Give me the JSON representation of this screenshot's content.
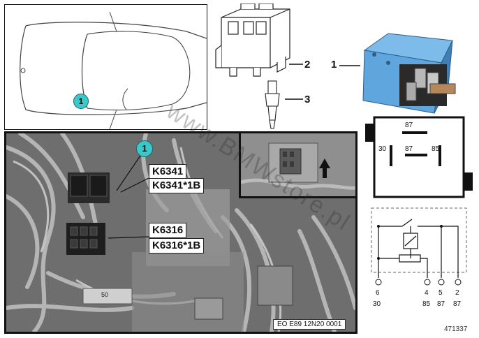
{
  "callouts": {
    "car_marker": "1",
    "photo_marker": "1",
    "part_2": "2",
    "part_3": "3",
    "part_1": "1"
  },
  "photo_labels": {
    "k6341": "K6341",
    "k6341_1b": "K6341*1B",
    "k6316": "K6316",
    "k6316_1b": "K6316*1B",
    "fuse": "50",
    "photo_ref": "EO E89 12N20 0001"
  },
  "relay_pinout": {
    "top": "87",
    "left": "30",
    "center": "87",
    "right": "85"
  },
  "schematic": {
    "pins": [
      "6",
      "4",
      "5",
      "2"
    ],
    "terminals": [
      "30",
      "85",
      "87",
      "87"
    ]
  },
  "watermark": "www.BMWstore.pl",
  "diagram_number": "471337",
  "colors": {
    "callout_fill": "#3cc8c8",
    "relay_blue": "#5fa6df",
    "photo_gray": "#6a6a6a"
  }
}
